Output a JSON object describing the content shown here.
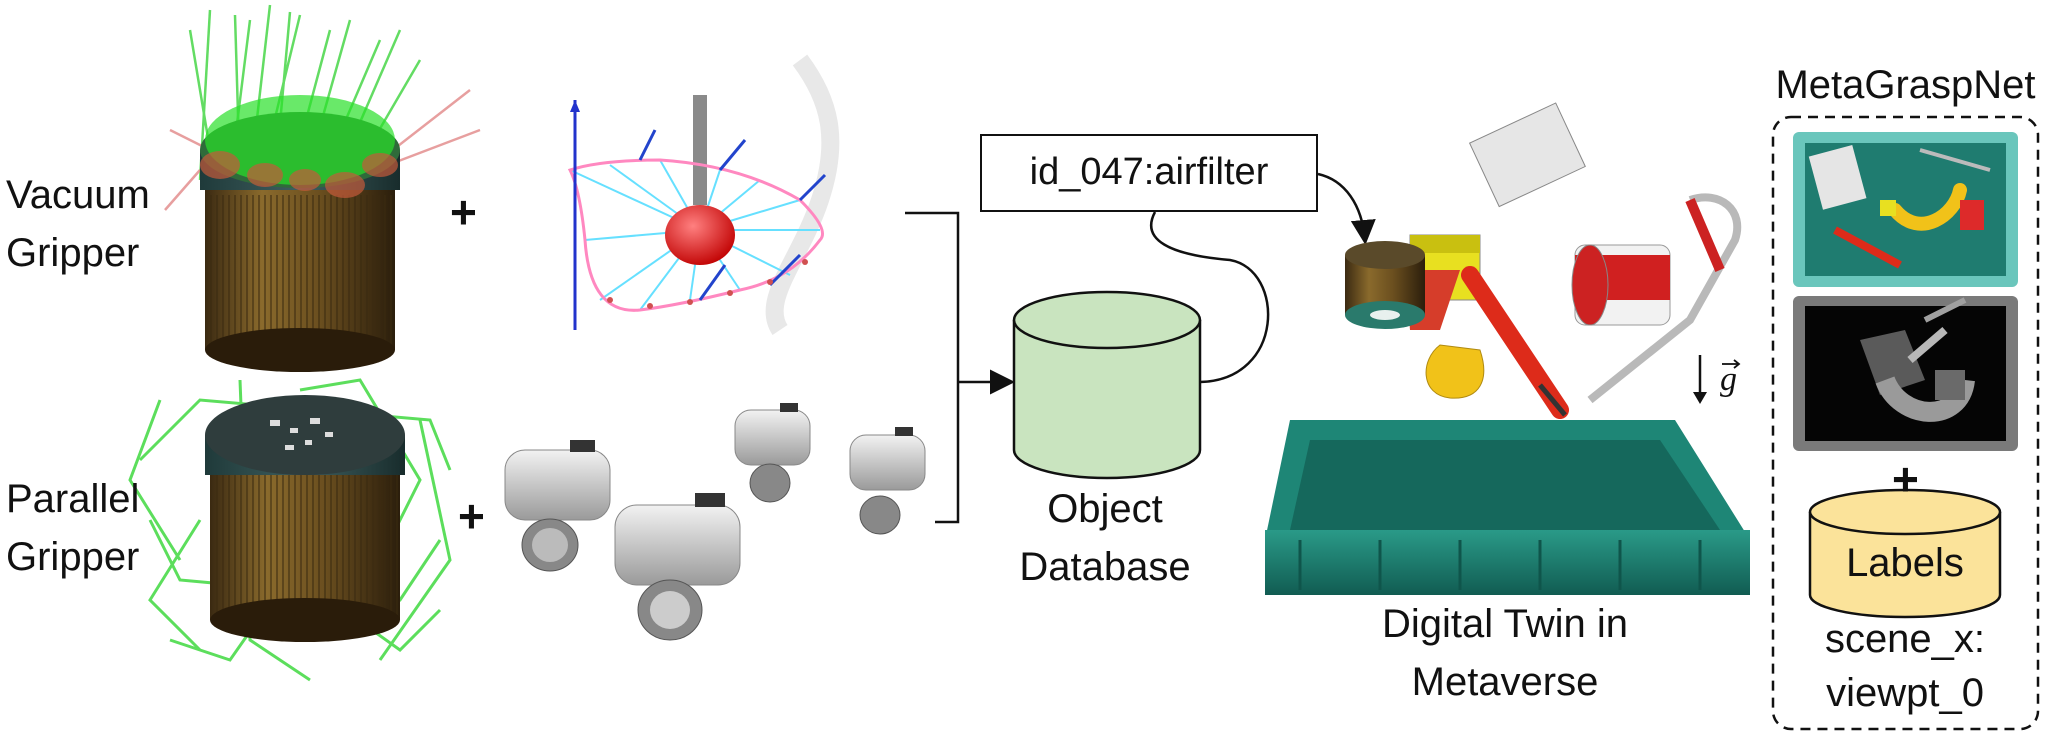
{
  "vacuum_label": [
    "Vacuum",
    "Gripper"
  ],
  "parallel_label": [
    "Parallel",
    "Gripper"
  ],
  "plus_sign": "+",
  "object_id": "id_047:airfilter",
  "object_database_label": [
    "Object",
    "Database"
  ],
  "digital_twin_label": [
    "Digital Twin in",
    "Metaverse"
  ],
  "gravity_symbol": "g",
  "dataset_title": "MetaGraspNet",
  "labels_text": "Labels",
  "scene_label": [
    "scene_x:",
    "viewpt_0"
  ],
  "colors": {
    "database_fill": "#c9e4bf",
    "labels_fill": "#fbe39a",
    "tote_teal": "#1c7e70",
    "grasp_green": "#2fd12f"
  },
  "icons": [
    "air-filter-icon",
    "suction-cup-icon",
    "parallel-gripper-icon",
    "cylinder-icon",
    "tote-bin-icon",
    "gravity-arrow-icon"
  ]
}
